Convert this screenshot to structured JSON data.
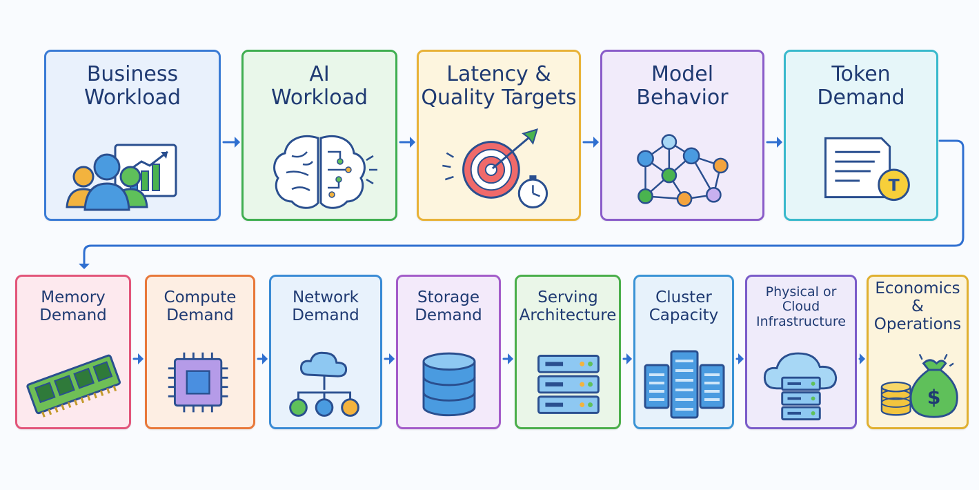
{
  "steps": [
    {
      "id": "business-workload",
      "lines": [
        "Business",
        "Workload"
      ],
      "color": "#3a7bd5",
      "fill": "#e9f1fc",
      "icon": "people-chart-icon"
    },
    {
      "id": "ai-workload",
      "lines": [
        "AI",
        "Workload"
      ],
      "color": "#3fae50",
      "fill": "#e9f7ea",
      "icon": "brain-circuit-icon"
    },
    {
      "id": "latency-quality",
      "lines": [
        "Latency &",
        "Quality Targets"
      ],
      "color": "#e8b237",
      "fill": "#fdf5de",
      "icon": "target-stopwatch-icon"
    },
    {
      "id": "model-behavior",
      "lines": [
        "Model",
        "Behavior"
      ],
      "color": "#8a5cc9",
      "fill": "#f1ebfa",
      "icon": "network-graph-icon"
    },
    {
      "id": "token-demand",
      "lines": [
        "Token",
        "Demand"
      ],
      "color": "#39b9cc",
      "fill": "#e6f6f9",
      "icon": "document-token-icon"
    },
    {
      "id": "memory-demand",
      "lines": [
        "Memory",
        "Demand"
      ],
      "color": "#e2557a",
      "fill": "#fde9ee",
      "icon": "ram-module-icon"
    },
    {
      "id": "compute-demand",
      "lines": [
        "Compute",
        "Demand"
      ],
      "color": "#e8783a",
      "fill": "#fdeee3",
      "icon": "cpu-chip-icon"
    },
    {
      "id": "network-demand",
      "lines": [
        "Network",
        "Demand"
      ],
      "color": "#3a8bd5",
      "fill": "#e8f2fc",
      "icon": "cloud-network-icon"
    },
    {
      "id": "storage-demand",
      "lines": [
        "Storage",
        "Demand"
      ],
      "color": "#a35cc9",
      "fill": "#f3eafa",
      "icon": "database-icon"
    },
    {
      "id": "serving-architecture",
      "lines": [
        "Serving",
        "Architecture"
      ],
      "color": "#4aae4a",
      "fill": "#eaf6e8",
      "icon": "server-rack-icon"
    },
    {
      "id": "cluster-capacity",
      "lines": [
        "Cluster",
        "Capacity"
      ],
      "color": "#3a93d5",
      "fill": "#e7f2fb",
      "icon": "server-cluster-icon"
    },
    {
      "id": "physical-cloud-infra",
      "lines": [
        "Physical or Cloud",
        "Infrastructure"
      ],
      "color": "#7a5cc9",
      "fill": "#efebfa",
      "icon": "cloud-server-icon"
    },
    {
      "id": "economics-operations",
      "lines": [
        "Economics &",
        "Operations"
      ],
      "color": "#e0b030",
      "fill": "#fcf4dc",
      "icon": "money-bag-coins-icon"
    }
  ],
  "token_symbol": "T",
  "money_symbol": "$",
  "arrow_color": "#2f6fd0"
}
